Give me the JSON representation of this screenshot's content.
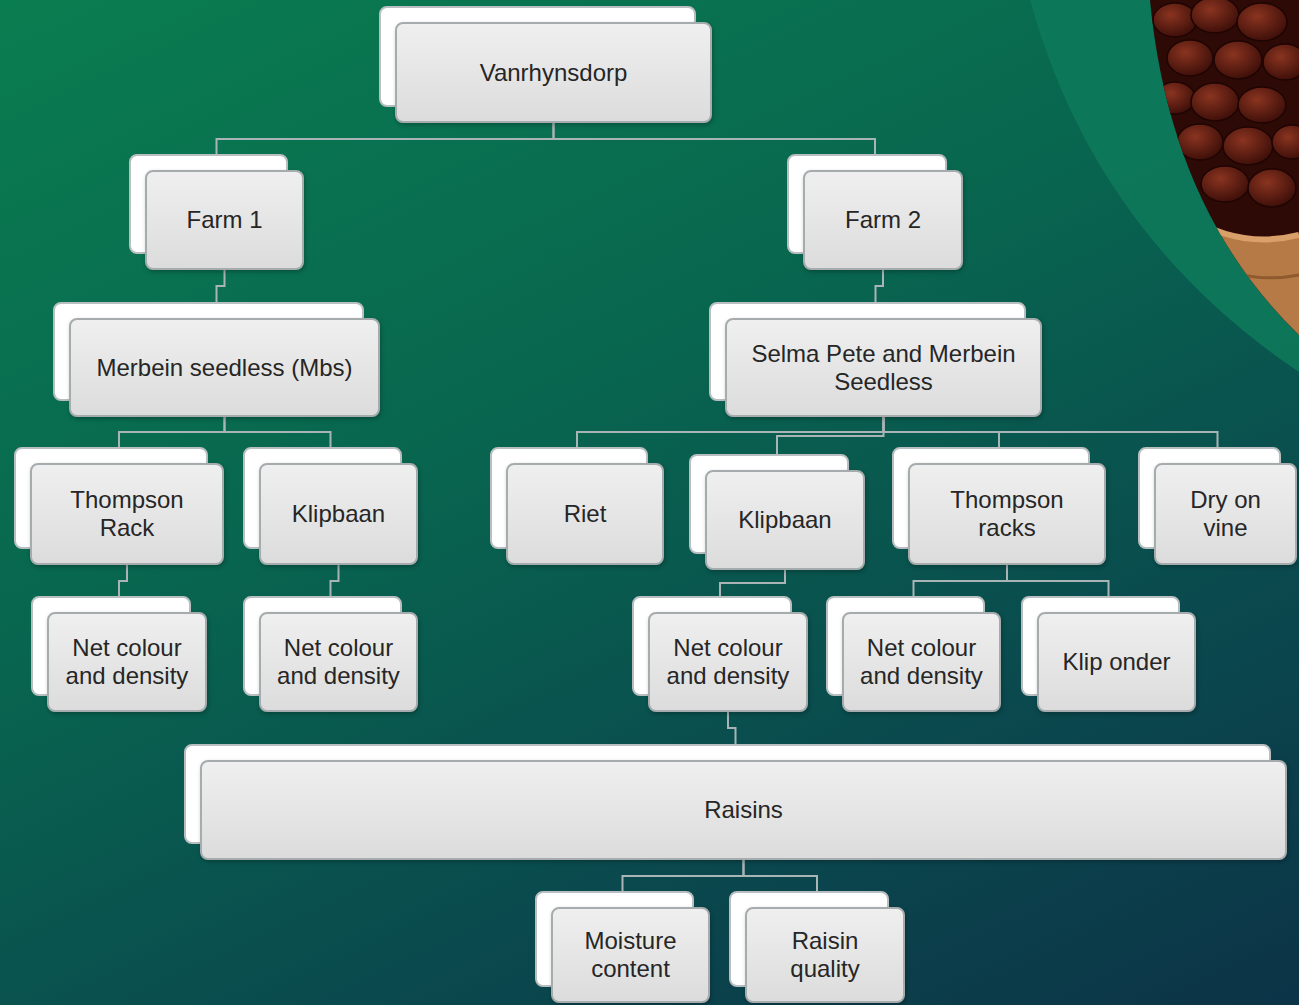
{
  "diagram": {
    "nodes": [
      {
        "text": [
          "Vanrhynsdorp"
        ]
      },
      {
        "text": [
          "Farm 1"
        ]
      },
      {
        "text": [
          "Farm 2"
        ]
      },
      {
        "text": [
          "Merbein seedless (Mbs)"
        ]
      },
      {
        "text": [
          "Selma Pete and Merbein Seedless"
        ]
      },
      {
        "text": [
          "Thompson Rack"
        ]
      },
      {
        "text": [
          "Klipbaan"
        ]
      },
      {
        "text": [
          "Riet"
        ]
      },
      {
        "text": [
          "Klipbaan"
        ]
      },
      {
        "text": [
          "Thompson racks"
        ]
      },
      {
        "text": [
          "Dry on vine"
        ]
      },
      {
        "text": [
          "Net colour and density"
        ]
      },
      {
        "text": [
          "Net colour and density"
        ]
      },
      {
        "text": [
          "Net colour and density"
        ]
      },
      {
        "text": [
          "Net colour and density"
        ]
      },
      {
        "text": [
          "Klip onder"
        ]
      },
      {
        "text": [
          "Raisins"
        ]
      },
      {
        "text": [
          "Moisture content"
        ]
      },
      {
        "text": [
          "Raisin quality"
        ]
      }
    ],
    "edges": [
      {
        "from": 0,
        "to": 1,
        "arrow": "none"
      },
      {
        "from": 0,
        "to": 2,
        "arrow": "none"
      },
      {
        "from": 1,
        "to": 3,
        "arrow": "none"
      },
      {
        "from": 2,
        "to": 4,
        "arrow": "none"
      },
      {
        "from": 3,
        "to": 5,
        "arrow": "none"
      },
      {
        "from": 3,
        "to": 6,
        "arrow": "none"
      },
      {
        "from": 4,
        "to": 7,
        "arrow": "none"
      },
      {
        "from": 4,
        "to": 8,
        "arrow": "none"
      },
      {
        "from": 4,
        "to": 9,
        "arrow": "none"
      },
      {
        "from": 4,
        "to": 10,
        "arrow": "none"
      },
      {
        "from": 5,
        "to": 11,
        "arrow": "none"
      },
      {
        "from": 6,
        "to": 12,
        "arrow": "none"
      },
      {
        "from": 8,
        "to": 13,
        "arrow": "none"
      },
      {
        "from": 9,
        "to": 14,
        "arrow": "none"
      },
      {
        "from": 9,
        "to": 15,
        "arrow": "none"
      },
      {
        "from": 13,
        "to": 16,
        "arrow": "none"
      },
      {
        "from": 16,
        "to": 17,
        "arrow": "none"
      },
      {
        "from": 16,
        "to": 18,
        "arrow": "none"
      }
    ]
  }
}
